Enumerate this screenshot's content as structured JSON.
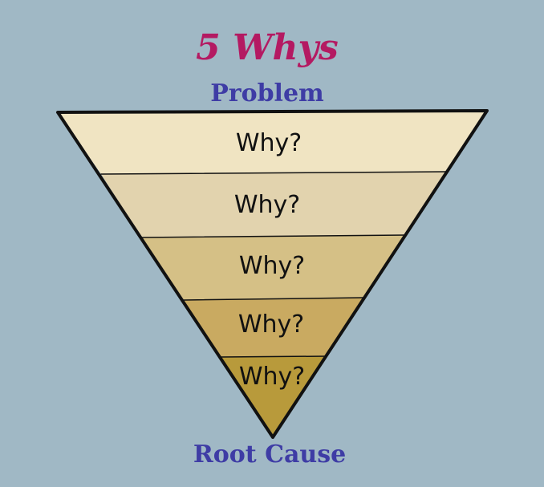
{
  "title": "5 Whys",
  "top_label": "Problem",
  "bottom_label": "Root Cause",
  "levels": [
    {
      "label": "Why?",
      "color": "#f0e4c2"
    },
    {
      "label": "Why?",
      "color": "#e2d3ae"
    },
    {
      "label": "Why?",
      "color": "#d5c086"
    },
    {
      "label": "Why?",
      "color": "#c9aa61"
    },
    {
      "label": "Why?",
      "color": "#b89a3b"
    }
  ],
  "colors": {
    "background": "#a0b8c5",
    "title": "#b41a62",
    "labels": "#3e3ca5",
    "outline": "#111111"
  }
}
